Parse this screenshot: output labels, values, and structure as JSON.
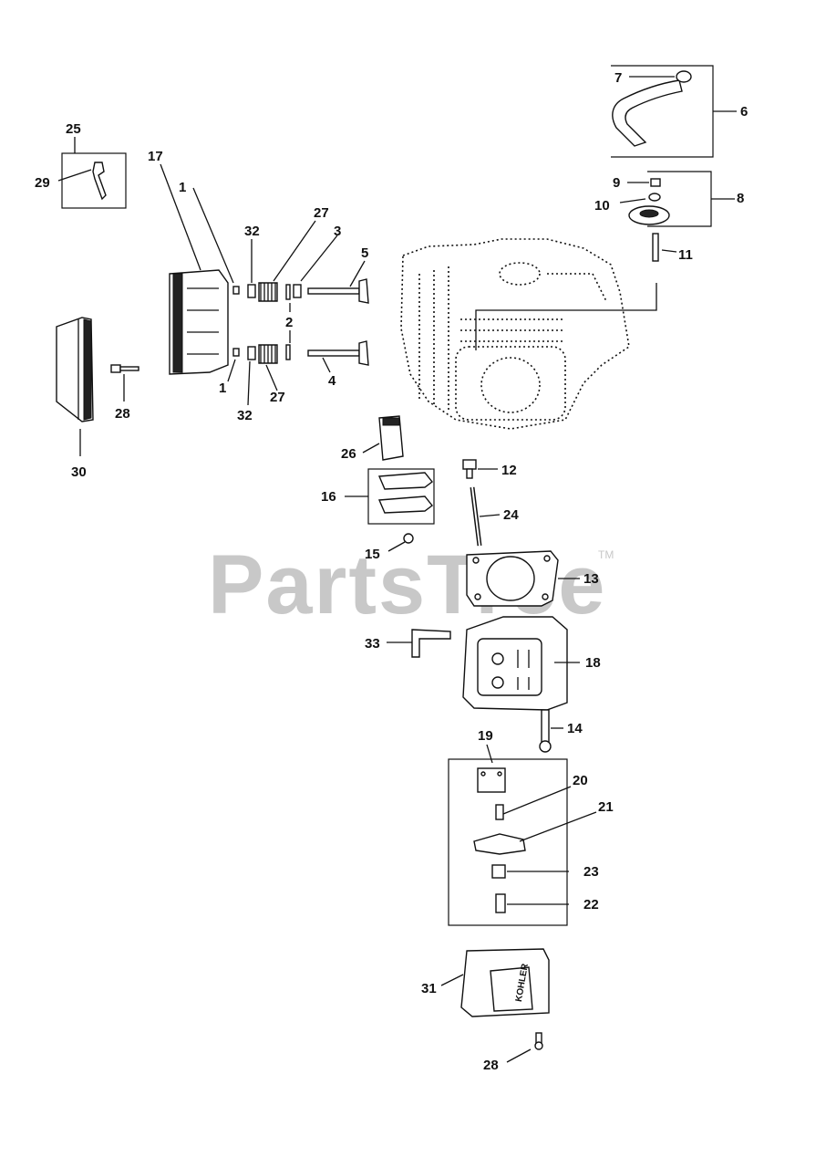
{
  "watermark": {
    "text": "PartsTree",
    "trademark": "TM"
  },
  "callouts": {
    "c1a": "1",
    "c1b": "1",
    "c2": "2",
    "c3": "3",
    "c4": "4",
    "c5": "5",
    "c6": "6",
    "c7": "7",
    "c8": "8",
    "c9": "9",
    "c10": "10",
    "c11": "11",
    "c12": "12",
    "c13": "13",
    "c14": "14",
    "c15": "15",
    "c16": "16",
    "c17": "17",
    "c18": "18",
    "c19": "19",
    "c20": "20",
    "c21": "21",
    "c22": "22",
    "c23": "23",
    "c24": "24",
    "c25": "25",
    "c26": "26",
    "c27a": "27",
    "c27b": "27",
    "c28a": "28",
    "c28b": "28",
    "c29": "29",
    "c30": "30",
    "c31": "31",
    "c32a": "32",
    "c32b": "32",
    "c33": "33"
  },
  "cover_emboss": "KOHLER"
}
